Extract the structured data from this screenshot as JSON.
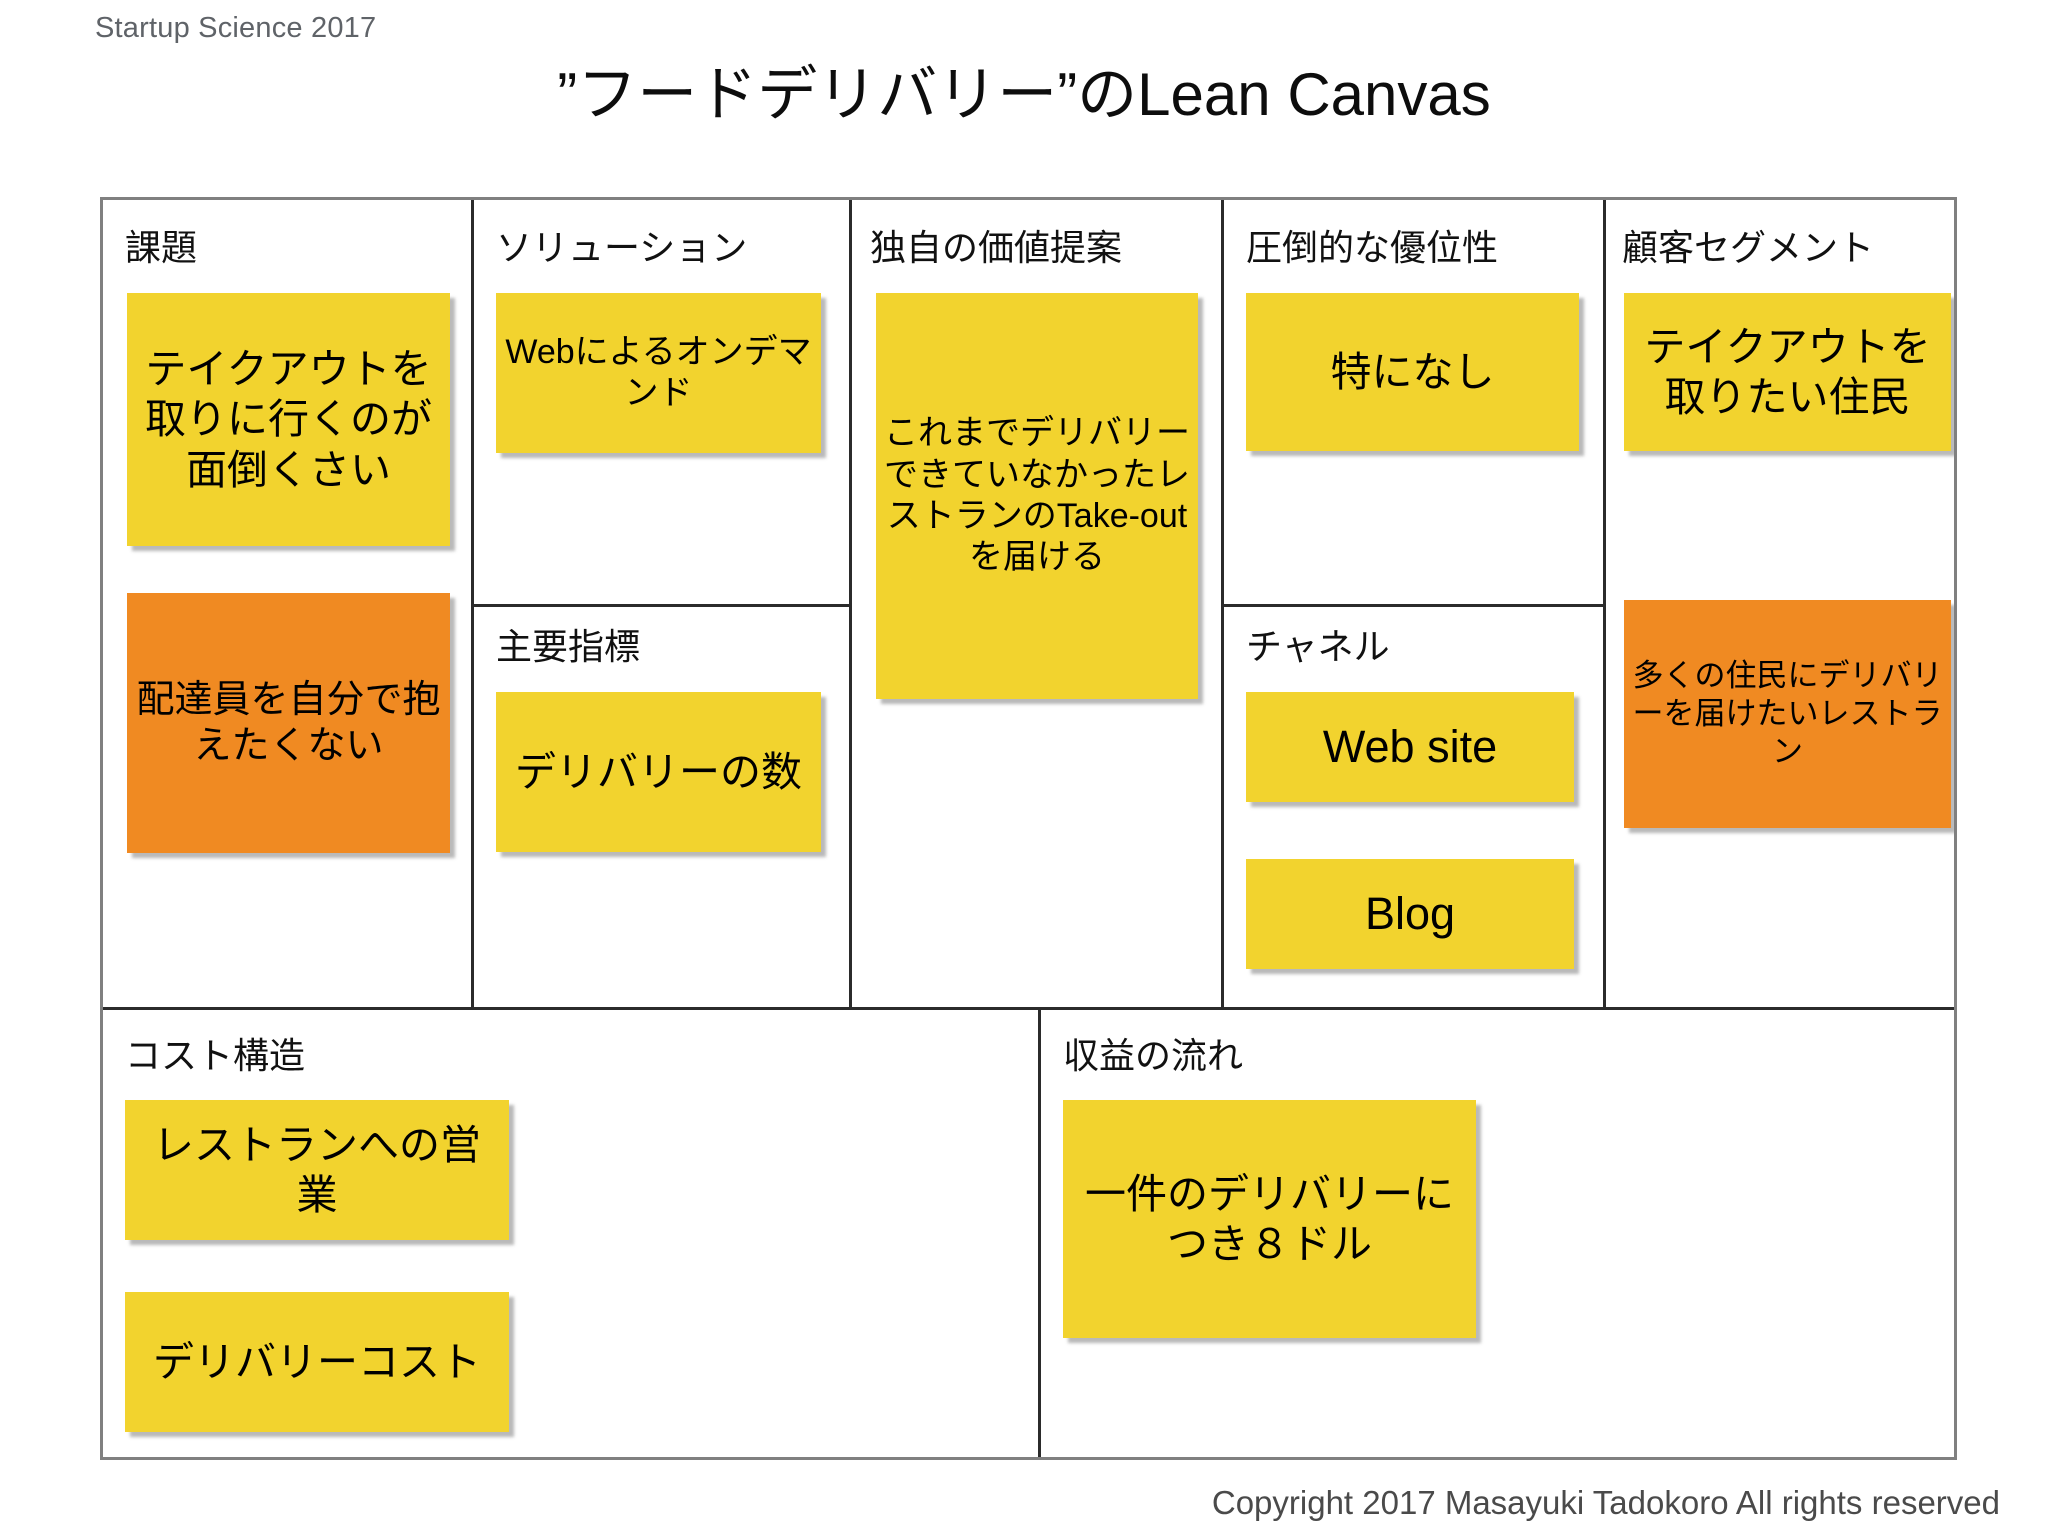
{
  "header": {
    "kicker": "Startup Science 2017",
    "title": "”フードデリバリー”のLean Canvas"
  },
  "footer": {
    "copyright": "Copyright 2017 Masayuki Tadokoro All rights reserved"
  },
  "colors": {
    "yellow_sticky": "#f2d32e",
    "orange_sticky": "#f08a22",
    "outer_border": "#808080",
    "inner_border": "#2b2b2b",
    "kicker_text": "#5f6368",
    "footer_text": "#4a4a4a"
  },
  "canvas": {
    "sections": {
      "problem": {
        "label": "課題",
        "cards": [
          {
            "text": "テイクアウトを取りに行くのが面倒くさい",
            "color": "yellow"
          },
          {
            "text": "配達員を自分で抱えたくない",
            "color": "orange"
          }
        ]
      },
      "solution": {
        "label": "ソリューション",
        "cards": [
          {
            "text": "Webによるオンデマンド",
            "color": "yellow"
          }
        ]
      },
      "key_metrics": {
        "label": "主要指標",
        "cards": [
          {
            "text": "デリバリーの数",
            "color": "yellow"
          }
        ]
      },
      "uvp": {
        "label": "独自の価値提案",
        "cards": [
          {
            "text": "これまでデリバリーできていなかったレストランのTake-outを届ける",
            "color": "yellow"
          }
        ]
      },
      "unfair_advantage": {
        "label": "圧倒的な優位性",
        "cards": [
          {
            "text": "特になし",
            "color": "yellow"
          }
        ]
      },
      "channels": {
        "label": "チャネル",
        "cards": [
          {
            "text": "Web site",
            "color": "yellow"
          },
          {
            "text": "Blog",
            "color": "yellow"
          }
        ]
      },
      "customer_segments": {
        "label": "顧客セグメント",
        "cards": [
          {
            "text": "テイクアウトを取りたい住民",
            "color": "yellow"
          },
          {
            "text": "多くの住民にデリバリーを届けたいレストラン",
            "color": "orange"
          }
        ]
      },
      "cost_structure": {
        "label": "コスト構造",
        "cards": [
          {
            "text": "レストランへの営業",
            "color": "yellow"
          },
          {
            "text": "デリバリーコスト",
            "color": "yellow"
          }
        ]
      },
      "revenue_streams": {
        "label": "収益の流れ",
        "cards": [
          {
            "text": "一件のデリバリーにつき８ドル",
            "color": "yellow"
          }
        ]
      }
    }
  }
}
